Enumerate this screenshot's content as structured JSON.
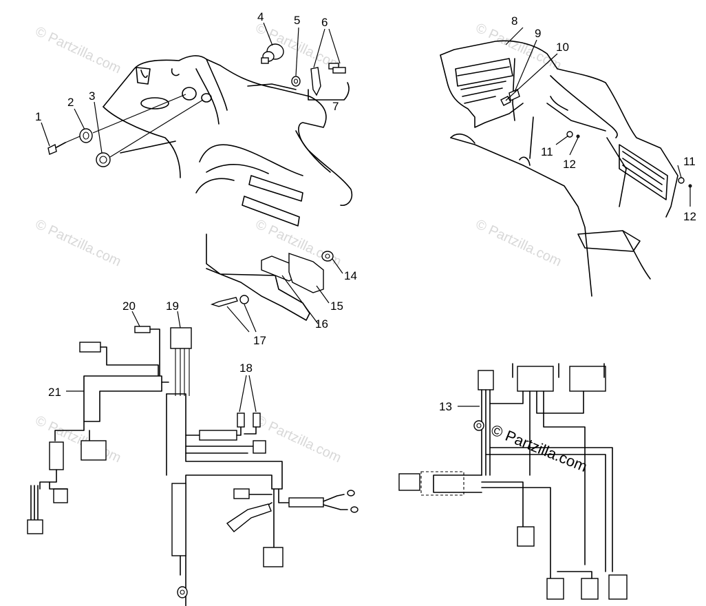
{
  "watermark": "© Partzilla.com",
  "watermark_large": "© Partzilla.com",
  "callouts": {
    "c1": "1",
    "c2": "2",
    "c3": "3",
    "c4": "4",
    "c5": "5",
    "c6": "6",
    "c7": "7",
    "c8": "8",
    "c9": "9",
    "c10": "10",
    "c11a": "11",
    "c12a": "12",
    "c11b": "11",
    "c12b": "12",
    "c13": "13",
    "c14": "14",
    "c15": "15",
    "c16": "16",
    "c17": "17",
    "c18": "18",
    "c19": "19",
    "c20": "20",
    "c21": "21"
  }
}
